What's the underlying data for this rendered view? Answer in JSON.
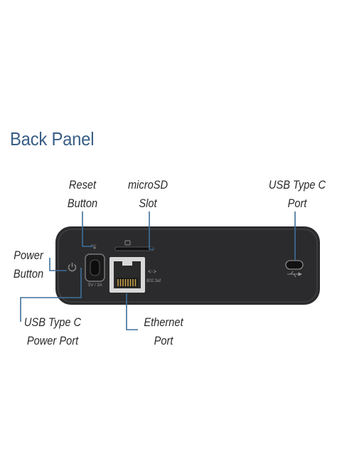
{
  "title": "Back Panel",
  "labels": {
    "reset": [
      "Reset",
      "Button"
    ],
    "microsd": [
      "microSD",
      "Slot"
    ],
    "usb_port": [
      "USB Type C",
      "Port"
    ],
    "power_button": [
      "Power",
      "Button"
    ],
    "usb_power": [
      "USB Type C",
      "Power Port"
    ],
    "ethernet": [
      "Ethernet",
      "Port"
    ]
  },
  "panel_markings": {
    "reset_tiny": "RST",
    "usb_power_text": "5V / 3A",
    "ethernet_text": "802.3af",
    "ethernet_arrows": "<·>"
  },
  "colors": {
    "title": "#3a5f86",
    "panel": "#2b2b2d",
    "callout": "#3e6f9a",
    "jack_gold": "#c8a24a"
  },
  "icons": [
    "power-icon",
    "usb-c-port-icon",
    "ethernet-port-icon",
    "microsd-slot-icon",
    "usb-trident-icon"
  ]
}
